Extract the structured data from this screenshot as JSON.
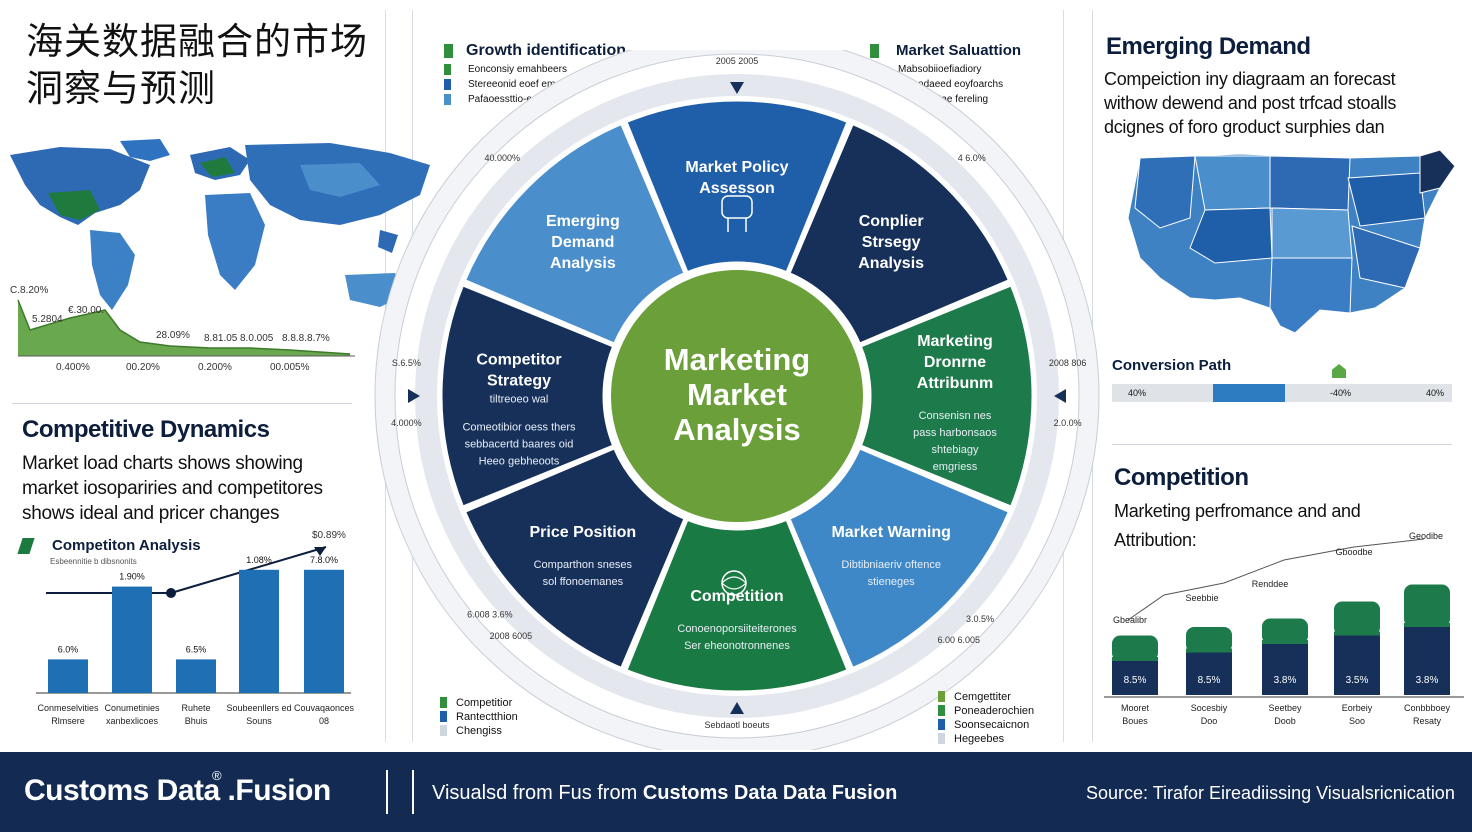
{
  "title_cn": [
    "海关数据融合的市场",
    "洞察与预测"
  ],
  "map_left": {
    "labels": [
      "C.8.20%",
      "5.2804",
      "€.30.00.",
      "28.09%",
      "8.81.05",
      "8.0.005",
      "8.8.8.8.7%"
    ],
    "axis": [
      "0.400%",
      "00.20%",
      "0.200%",
      "00.005%"
    ]
  },
  "competitive": {
    "heading": "Competitive Dynamics",
    "body": [
      "Market load charts shows showing",
      "market iosopariries and competitores",
      "shows ideal and pricer changes"
    ],
    "chart_title": "Competiton Analysis",
    "chart_subtitle": "Esbeennitie b dibsnonits",
    "trend_label": "$0.89%",
    "colors": {
      "bar": "#1f6fb5",
      "accent": "#1d7a3e"
    }
  },
  "competitive_chart": {
    "type": "bar",
    "categories": [
      "Conmeselvities Rlmsere",
      "Conumetinies xanbexlicoes",
      "Ruhete Bhuis",
      "Soubeenllers ed Souns",
      "Couvaqaonces 08"
    ],
    "values": [
      6,
      19,
      6,
      22,
      22
    ],
    "data_labels": [
      "6.0%",
      "1.90%",
      "6.5%",
      "1.08%",
      "7.8.0%"
    ]
  },
  "top_legend_left": {
    "title": "Growth identification",
    "items": [
      "Eonconsiy emahbeers",
      "Stereeonid eoef emanbes",
      "Pafaoessttio-ed egioghies"
    ],
    "colors": [
      "#2f8f3d",
      "#1f5ea8",
      "#4a90c8"
    ]
  },
  "top_legend_right": {
    "title": "Market Saluattion",
    "items": [
      "Mabsobiioefiadiory",
      "Ifareodaeed eoyfoarchs",
      "lied eeet tae fereling"
    ],
    "colors": [
      "#2f8f3d",
      "#1f5ea8",
      "#4a90c8"
    ]
  },
  "wheel": {
    "center": [
      "Marketing",
      "Market",
      "Analysis"
    ],
    "segments": [
      {
        "title": [
          "Market Policy",
          "Assesson"
        ],
        "sub": []
      },
      {
        "title": [
          "Conplier",
          "Strsegy",
          "Analysis"
        ],
        "sub": []
      },
      {
        "title": [
          "Marketing",
          "Dronrne",
          "Attribunm"
        ],
        "sub": [
          "Consenisn nes",
          "pass harbonsaos",
          "shtebiagy",
          "emgriess"
        ]
      },
      {
        "title": [
          "Market Warning"
        ],
        "sub": [
          "Dibtibniaeriv oftence",
          "stieneges"
        ]
      },
      {
        "title": [
          "Competition"
        ],
        "sub": [
          "Conoenoporsiiteiterones",
          "Ser eheonotronnenes"
        ]
      },
      {
        "title": [
          "Price Position"
        ],
        "sub": [
          "Comparthon sneses",
          "sol ffonoemanes"
        ]
      },
      {
        "title": [
          "Competitor",
          "Strategy"
        ],
        "sub": [
          "Comeotibior oess thers",
          "sebbacertd baares oid",
          "Heeo gebheoots"
        ],
        "mid": "tiltreoeo wal"
      },
      {
        "title": [
          "Emerging",
          "Demand",
          "Analysis"
        ],
        "sub": []
      }
    ],
    "colors": [
      "#1f5ea8",
      "#16305a",
      "#1d7a4a",
      "#3f88c8",
      "#1a7a43",
      "#16305a",
      "#16305a",
      "#4a8fcb"
    ],
    "center_color": "#6a9f3a",
    "ring_labels": [
      "2005 2005",
      "40.000%",
      "4 6.0%",
      "4.000%",
      "2008 806",
      "S.6.5%",
      "2.0.0%",
      "2008 6005",
      "3.0.5%",
      "6.008 3.6%",
      "6.00 6.005",
      "Sebdaotl boeuts"
    ]
  },
  "bottom_legend_left": {
    "items": [
      "Competitior",
      "Rantectthion",
      "Chengiss"
    ],
    "colors": [
      "#2f8f3d",
      "#1f5ea8",
      "#cfd6de"
    ]
  },
  "bottom_legend_right": {
    "items": [
      "Cemgettiter",
      "Poneaderochien",
      "Soonsecaicnon",
      "Hegeebes"
    ],
    "colors": [
      "#6a9f3a",
      "#2f8f3d",
      "#1f5ea8",
      "#cfd6de"
    ]
  },
  "emerging": {
    "heading": "Emerging Demand",
    "body": [
      "Compeiction iny diagraam an forecast",
      "withow dewend and post trfcad stoalls",
      "dcignes of foro groduct surphies dan"
    ]
  },
  "conversion": {
    "title": "Conversion Path",
    "labels": [
      "40%",
      "-40%",
      "40%"
    ],
    "fraction": 0.4
  },
  "competition_right": {
    "heading": "Competition",
    "body": [
      "Marketing perfromance and and",
      "Attribution:"
    ],
    "callouts": [
      "Gbealibr",
      "Seebbie",
      "Renddee",
      "Gboodbe",
      "Geodibe"
    ]
  },
  "competition_chart": {
    "type": "bar",
    "categories": [
      "Mooret Boues",
      "Socesbiy Doo",
      "Seetbey Doob",
      "Eorbeiy Soo",
      "Conbbboey Resaty"
    ],
    "series": [
      {
        "values": [
          4,
          5,
          6,
          7,
          8
        ]
      },
      {
        "values": [
          3,
          3,
          3,
          4,
          5
        ]
      }
    ],
    "data_labels": [
      "8.5%",
      "8.5%",
      "3.8%",
      "3.5%",
      "3.8%"
    ],
    "colors": [
      "#16305a",
      "#1d7a4a"
    ]
  },
  "footer": {
    "brand": "Customs Data .Fusion",
    "brand_mark": "®",
    "mid_prefix": "Visualsd from Fus from ",
    "mid_bold": "Customs Data Data Fusion",
    "source": "Source: Tirafor Eireadiissing Visualsricnication"
  }
}
